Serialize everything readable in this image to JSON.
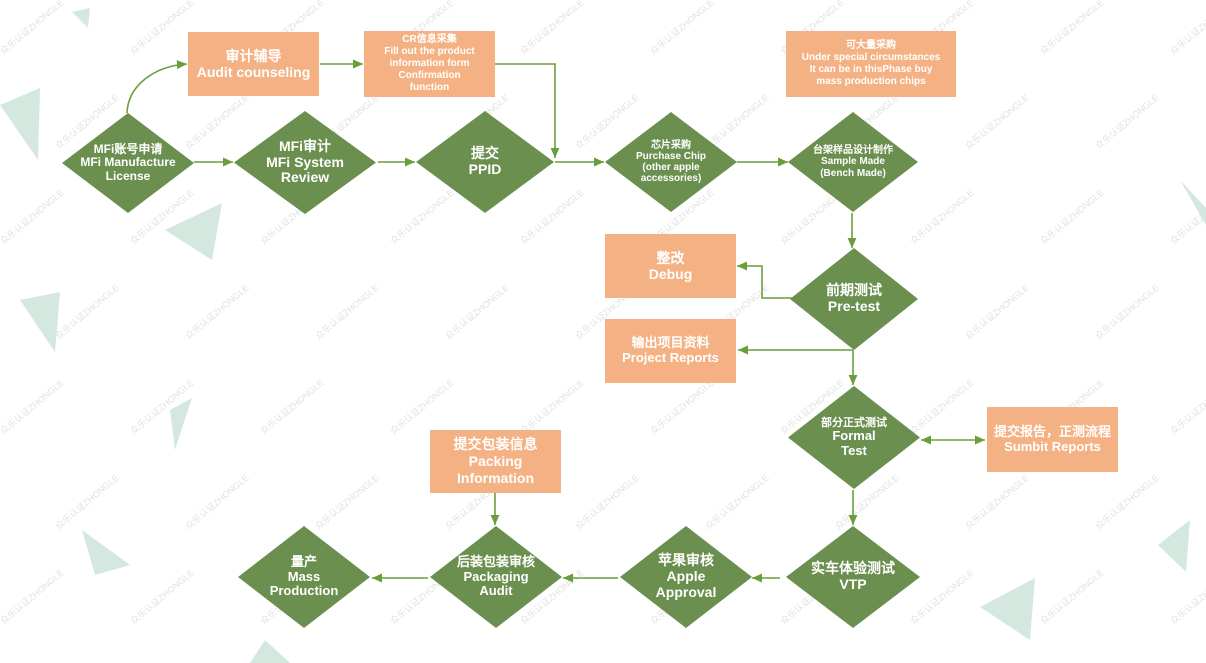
{
  "watermark": "众乐认证ZHONGLE",
  "colors": {
    "node": "#6b8f4e",
    "box": "#f4b183",
    "arrow": "#6a9e3c",
    "deco": "#cfe6dc"
  },
  "diagram": {
    "nodes": [
      {
        "id": "mfi-license",
        "lines": [
          "MFi账号申请",
          "MFi Manufacture",
          "License"
        ]
      },
      {
        "id": "mfi-review",
        "lines": [
          "MFi审计",
          "MFi System",
          "Review"
        ]
      },
      {
        "id": "ppid",
        "lines": [
          "提交",
          "PPID"
        ]
      },
      {
        "id": "purchase-chip",
        "lines": [
          "芯片采购",
          "Purchase Chip",
          "(other apple",
          "accessories)"
        ]
      },
      {
        "id": "sample-made",
        "lines": [
          "台架样品设计制作",
          "Sample Made",
          "(Bench Made)"
        ]
      },
      {
        "id": "pre-test",
        "lines": [
          "前期测试",
          "Pre-test"
        ]
      },
      {
        "id": "formal-test",
        "lines": [
          "部分正式测试",
          "Formal",
          "Test"
        ]
      },
      {
        "id": "vtp",
        "lines": [
          "实车体验测试",
          "VTP"
        ]
      },
      {
        "id": "apple-approval",
        "lines": [
          "苹果审核",
          "Apple",
          "Approval"
        ]
      },
      {
        "id": "packaging-audit",
        "lines": [
          "后装包装审核",
          "Packaging",
          "Audit"
        ]
      },
      {
        "id": "mass-production",
        "lines": [
          "量产",
          "Mass",
          "Production"
        ]
      }
    ],
    "boxes": [
      {
        "id": "audit-counseling",
        "lines": [
          "审计辅导",
          "Audit counseling"
        ]
      },
      {
        "id": "cr-info",
        "lines": [
          "CR信息采集",
          "Fill out the product",
          "information form",
          "Confirmation",
          "function"
        ]
      },
      {
        "id": "mass-chips-note",
        "lines": [
          "可大量采购",
          "Under special circumstances",
          "It can be in thisPhase buy",
          "mass production chips"
        ]
      },
      {
        "id": "debug",
        "lines": [
          "整改",
          "Debug"
        ]
      },
      {
        "id": "project-reports",
        "lines": [
          "输出项目资料",
          "Project Reports"
        ]
      },
      {
        "id": "submit-reports",
        "lines": [
          "提交报告，正测流程",
          "Sumbit Reports"
        ]
      },
      {
        "id": "packing-info",
        "lines": [
          "提交包装信息",
          "Packing",
          "Information"
        ]
      }
    ]
  }
}
